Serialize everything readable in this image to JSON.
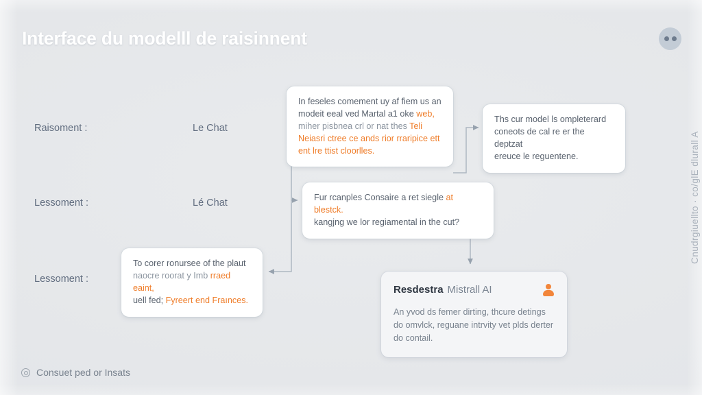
{
  "header": {
    "title": "Interface du modelll de raisinnent",
    "badge_icon": "two-dots-icon"
  },
  "steps": [
    {
      "label": "Raisoment :",
      "value": "Le Chat"
    },
    {
      "label": "Lessoment :",
      "value": "Lé Chat"
    },
    {
      "label": "Lessoment :",
      "value": ""
    }
  ],
  "cards": {
    "top": {
      "name": "reasoning-card-top",
      "lines": [
        {
          "text": "In feseles comement uy af fiem us an",
          "accent": false
        },
        {
          "text": "modeit eeal ved Martal a1 oke ",
          "accent": false
        },
        {
          "text": "web,",
          "accent": true
        },
        {
          "text": "miher pisbnea crl or nat thes ",
          "accent": false
        },
        {
          "text": "Teli",
          "accent": true
        },
        {
          "text": "Neiasri ctree ce ands  rior rraripice ett",
          "accent": true
        },
        {
          "text": "ent lre ttist cloorlles.",
          "accent": true
        }
      ]
    },
    "right": {
      "name": "reasoning-card-right",
      "lines": [
        "Ths cur model ls ompleterard",
        "coneots de cal re er the deptzat",
        "ereuce le reguentene."
      ]
    },
    "middle": {
      "name": "reasoning-card-middle",
      "line1a": "Fur rcanples Consaire a ret siegle ",
      "line1b": "at blestck.",
      "line2": "kangjng we lor regiamental in the cut?"
    },
    "left": {
      "name": "reasoning-card-left",
      "line1": "To corer ronursee of the plaut",
      "line2a": "naocre roorat y Imb ",
      "line2b": "rraed eaint,",
      "line3a": "uell fed; ",
      "line3b": "Fyreert end Fraınces."
    },
    "agent": {
      "name": "agent-response-card",
      "title": "Resdestra",
      "subtitle": "Mistrall AI",
      "icon": "user-icon",
      "lines": [
        "An yvod ds femer dirting, thcure detings",
        "do omvlck, reguane intrvity vet plds derter",
        "do contail."
      ]
    }
  },
  "footer": {
    "icon": "spiral-circle-icon",
    "label": "Consuet ped or Insats"
  },
  "side_caption": "Cnudrgiuellto · co/glE dlurall A",
  "colors": {
    "background": "#e7e9eb",
    "accent": "#ef7c28",
    "text": "#59626e",
    "title": "#ffffff",
    "connector": "#aeb7c1"
  }
}
